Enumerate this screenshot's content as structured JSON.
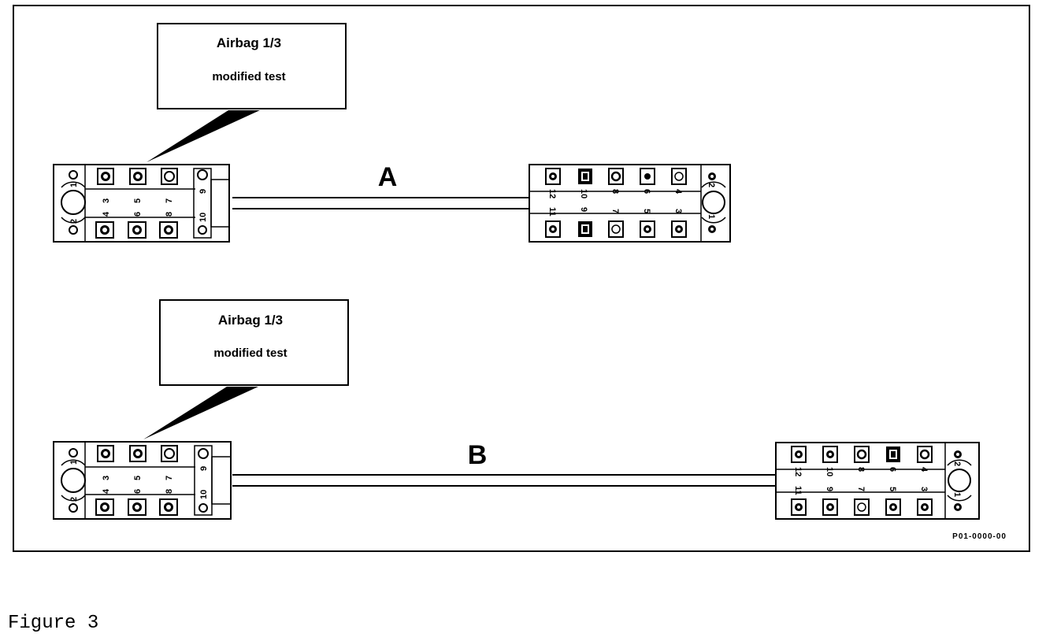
{
  "figure": {
    "caption": "Figure 3",
    "ref_code": "P01-0000-00"
  },
  "diagrams": [
    {
      "letter": "A",
      "callout": {
        "title": "Airbag   1/3",
        "subtitle": "modified test"
      },
      "left_connector": {
        "pins_top": [
          "1",
          "3",
          "5",
          "7",
          "9"
        ],
        "pins_bottom": [
          "2",
          "4",
          "6",
          "8",
          "10"
        ]
      },
      "right_connector": {
        "pins_top": [
          "12",
          "10",
          "8",
          "6",
          "4",
          "2"
        ],
        "pins_bottom": [
          "11",
          "9",
          "7",
          "5",
          "3",
          "1"
        ]
      }
    },
    {
      "letter": "B",
      "callout": {
        "title": "Airbag   1/3",
        "subtitle": "modified test"
      },
      "left_connector": {
        "pins_top": [
          "1",
          "3",
          "5",
          "7",
          "9"
        ],
        "pins_bottom": [
          "2",
          "4",
          "6",
          "8",
          "10"
        ]
      },
      "right_connector": {
        "pins_top": [
          "12",
          "10",
          "8",
          "6",
          "4",
          "2"
        ],
        "pins_bottom": [
          "11",
          "9",
          "7",
          "5",
          "3",
          "1"
        ]
      }
    }
  ]
}
